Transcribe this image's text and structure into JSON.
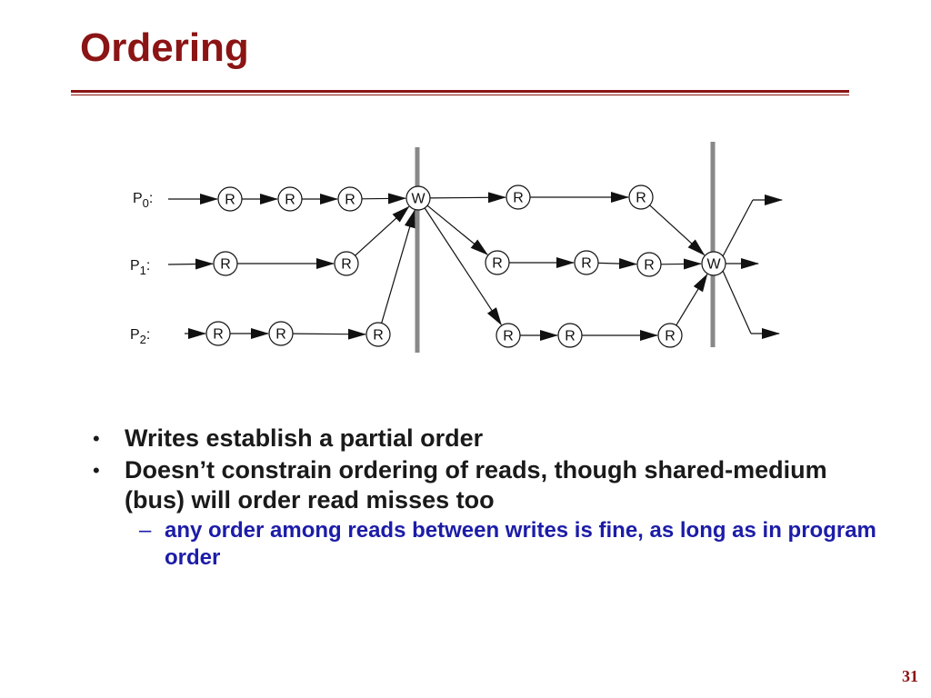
{
  "slide": {
    "title": "Ordering",
    "page_number": "31"
  },
  "diagram": {
    "processors": [
      {
        "prefix": "P",
        "index": "0",
        "suffix": ":"
      },
      {
        "prefix": "P",
        "index": "1",
        "suffix": ":"
      },
      {
        "prefix": "P",
        "index": "2",
        "suffix": ":"
      }
    ],
    "read_label": "R",
    "write_label": "W"
  },
  "bullets": [
    {
      "level": 1,
      "marker": "•",
      "text": "Writes establish a partial order"
    },
    {
      "level": 1,
      "marker": "•",
      "text": "Doesn’t constrain ordering of reads, though shared-medium (bus) will order read misses too"
    },
    {
      "level": 2,
      "marker": "–",
      "text": "any order among reads between writes is fine, as long as in program order"
    }
  ]
}
